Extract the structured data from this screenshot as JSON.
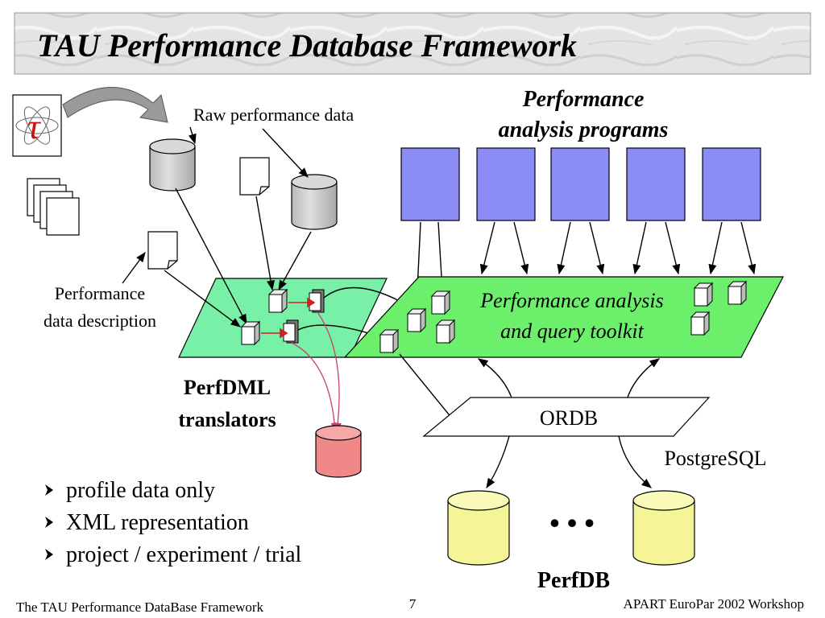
{
  "title": "TAU Performance Database Framework",
  "labels": {
    "raw_data": "Raw performance data",
    "perf_desc_line1": "Performance",
    "perf_desc_line2": "data description",
    "programs_line1": "Performance",
    "programs_line2": "analysis programs",
    "toolkit_line1": "Performance analysis",
    "toolkit_line2": "and query toolkit",
    "translators_line1": "PerfDML",
    "translators_line2": "translators",
    "ordb": "ORDB",
    "postgres": "PostgreSQL",
    "perfdb": "PerfDB",
    "dots": "• • •",
    "tau_symbol": "τ"
  },
  "bullets": [
    "profile data only",
    "XML representation",
    "project / experiment / trial"
  ],
  "footer": {
    "left": "The TAU Performance DataBase Framework",
    "page": "7",
    "right": "APART EuroPar 2002 Workshop"
  },
  "colors": {
    "program_box": "#8c8cf7",
    "toolkit_plane": "#6cf06c",
    "translator_plane": "#78f0a8",
    "db_yellow": "#f5f598",
    "db_red": "#f08888",
    "db_gray": "#c8c8c8",
    "link_red": "#c8406a"
  },
  "icons": {
    "tau_logo": "tau-atom-icon",
    "bullet": "right-arrowhead-icon"
  }
}
